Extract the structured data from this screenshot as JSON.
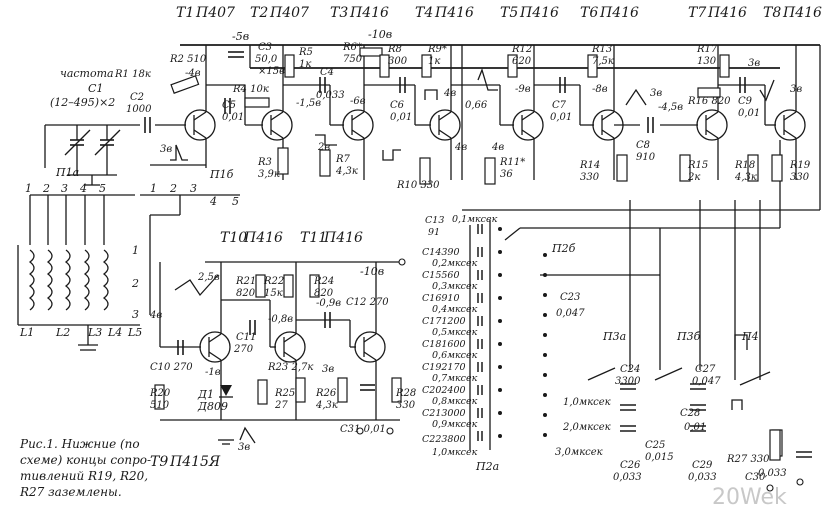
{
  "transistors_top": [
    {
      "ref": "T1",
      "type": "П407"
    },
    {
      "ref": "T2",
      "type": "П407"
    },
    {
      "ref": "T3",
      "type": "П416"
    },
    {
      "ref": "T4",
      "type": "П416"
    },
    {
      "ref": "T5",
      "type": "П416"
    },
    {
      "ref": "T6",
      "type": "П416"
    },
    {
      "ref": "T7",
      "type": "П416"
    },
    {
      "ref": "T8",
      "type": "П416"
    }
  ],
  "transistors_bottom": [
    {
      "ref": "T10",
      "type": "П416"
    },
    {
      "ref": "T11",
      "type": "П416"
    },
    {
      "ref": "T9",
      "type": "П415Я"
    }
  ],
  "rail_voltages": {
    "v_minus5": "-5в",
    "v_minus10_top": "-10в",
    "v_minus10_bottom": "-10в"
  },
  "resistors": [
    {
      "ref": "R1",
      "value": "18к"
    },
    {
      "ref": "R2",
      "value": "510"
    },
    {
      "ref": "R3",
      "value": "3,9к"
    },
    {
      "ref": "R4",
      "value": "10к"
    },
    {
      "ref": "R5",
      "value": "1к"
    },
    {
      "ref": "R6*",
      "value": "750"
    },
    {
      "ref": "R7",
      "value": "4,3к"
    },
    {
      "ref": "R8",
      "value": "300"
    },
    {
      "ref": "R9*",
      "value": "1к"
    },
    {
      "ref": "R10",
      "value": "330"
    },
    {
      "ref": "R11*",
      "value": "36"
    },
    {
      "ref": "R12",
      "value": "620"
    },
    {
      "ref": "R13",
      "value": "7,5к"
    },
    {
      "ref": "R14",
      "value": "330"
    },
    {
      "ref": "R15",
      "value": "2к"
    },
    {
      "ref": "R16",
      "value": "820"
    },
    {
      "ref": "R17",
      "value": "130"
    },
    {
      "ref": "R18",
      "value": "4,3к"
    },
    {
      "ref": "R19",
      "value": "330"
    },
    {
      "ref": "R20",
      "value": "510"
    },
    {
      "ref": "R21",
      "value": "820"
    },
    {
      "ref": "R22",
      "value": "15к"
    },
    {
      "ref": "R23",
      "value": "2,7к"
    },
    {
      "ref": "R24",
      "value": "820"
    },
    {
      "ref": "R25",
      "value": "27"
    },
    {
      "ref": "R26",
      "value": "4,3к"
    },
    {
      "ref": "R27",
      "value": "330"
    },
    {
      "ref": "R28",
      "value": "330"
    }
  ],
  "capacitors_top": [
    {
      "ref": "C2",
      "value": "1000"
    },
    {
      "ref": "C3",
      "value": "50,0"
    },
    {
      "ref": "C3b",
      "value": "×15в"
    },
    {
      "ref": "C4",
      "value": "0,033"
    },
    {
      "ref": "C5",
      "value": "0,01"
    },
    {
      "ref": "C6",
      "value": "0,01"
    },
    {
      "ref": "C7",
      "value": "0,01"
    },
    {
      "ref": "C8",
      "value": "910"
    },
    {
      "ref": "C9",
      "value": "0,01"
    }
  ],
  "capacitors_bottom": [
    {
      "ref": "C10",
      "value": "270"
    },
    {
      "ref": "C11",
      "value": "270"
    },
    {
      "ref": "C12",
      "value": "270"
    },
    {
      "ref": "C31",
      "value": "0,01"
    }
  ],
  "freq_cap": {
    "name": "частота",
    "ref": "C1",
    "value": "(12–495)×2"
  },
  "node_voltages": {
    "t1_b": "-4в",
    "t2_c": "-1,5в",
    "t3_c": "-6в",
    "t4": "4в",
    "t5_c": "-9в",
    "t5_e": "-8в",
    "t6_c": "-4,5в",
    "t6_top": "3в",
    "t7_top": "3в",
    "t8": "3в",
    "t4_lo": "4в",
    "t5_lo": "4в",
    "t3_e": "2в",
    "t1_e": "3в",
    "t5_r": "0,66",
    "t10_c": "2,5в",
    "t10_b": "4в",
    "t10_e": "-1в",
    "t11_b": "-0,8в",
    "t11_c": "-0,9в",
    "t11_e": "3в",
    "t9": "3в"
  },
  "switches": {
    "p1a": "П1а",
    "p1b": "П1б",
    "p2a": "П2а",
    "p2b": "П2б",
    "p3a": "П3а",
    "p3b": "П3б",
    "p4": "П4"
  },
  "switch_positions_left": [
    "1",
    "2",
    "3",
    "4",
    "5"
  ],
  "switch_positions_right": [
    "1",
    "2",
    "3",
    "4",
    "5"
  ],
  "coils": [
    {
      "ref": "L1"
    },
    {
      "ref": "L2"
    },
    {
      "ref": "L3"
    },
    {
      "ref": "L4"
    },
    {
      "ref": "L5"
    }
  ],
  "coil_taps": [
    "1",
    "2",
    "3"
  ],
  "duration_caps": [
    {
      "ref": "C13",
      "value": "91",
      "dur": "0,1мксек"
    },
    {
      "ref": "C14",
      "value": "390",
      "dur": "0,2мксек"
    },
    {
      "ref": "C15",
      "value": "560",
      "dur": "0,3мксек"
    },
    {
      "ref": "C16",
      "value": "910",
      "dur": "0,4мксек"
    },
    {
      "ref": "C17",
      "value": "1200",
      "dur": "0,5мксек"
    },
    {
      "ref": "C18",
      "value": "1600",
      "dur": "0,6мксек"
    },
    {
      "ref": "C19",
      "value": "2170",
      "dur": "0,7мксек"
    },
    {
      "ref": "C20",
      "value": "2400",
      "dur": "0,8мксек"
    },
    {
      "ref": "C21",
      "value": "3000",
      "dur": "0,9мксек"
    },
    {
      "ref": "C22",
      "value": "3800",
      "dur": "1,0мксек"
    }
  ],
  "c23": {
    "ref": "C23",
    "value": "0,047"
  },
  "p3_caps": [
    {
      "ref": "C24",
      "value": "3300"
    },
    {
      "ref": "C25",
      "value": "0,015"
    },
    {
      "ref": "C26",
      "value": "0,033"
    },
    {
      "ref": "C27",
      "value": "0,047"
    },
    {
      "ref": "C28",
      "value": "0,01"
    },
    {
      "ref": "C29",
      "value": "0,033"
    },
    {
      "ref": "C30",
      "value": "0,033"
    }
  ],
  "p3_durations": [
    "1,0мксек",
    "2,0мксек",
    "3,0мксек"
  ],
  "diode": {
    "ref": "Д1",
    "type": "Д809"
  },
  "caption": {
    "line1": "Рис.1. Нижние (по",
    "line2": "схеме) концы сопро-",
    "line3": "тивлений R19, R20,",
    "line4": "R27 заземлены."
  },
  "watermark": "20Wek"
}
